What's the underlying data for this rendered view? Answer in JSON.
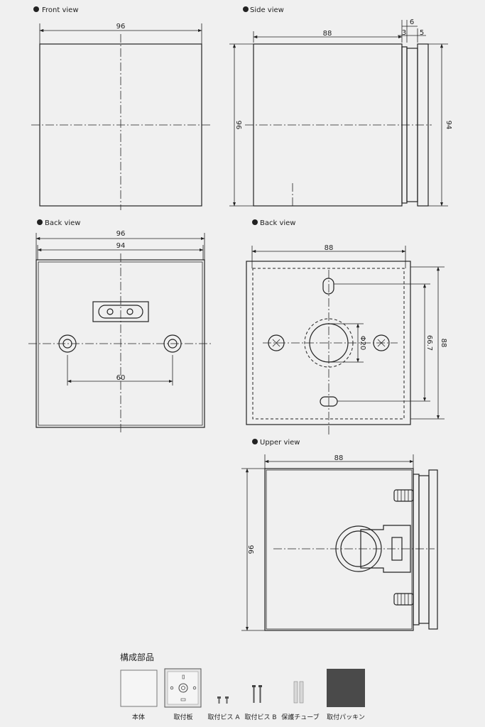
{
  "views": {
    "front": {
      "title": "Front  view",
      "width": "96"
    },
    "side": {
      "title": "Side view",
      "depth": "88",
      "flange": "6",
      "gap": "3",
      "lip": "5",
      "height": "96",
      "panel": "94"
    },
    "back1": {
      "title": "Back view",
      "outer": "96",
      "inner": "94",
      "pitch": "60"
    },
    "back2": {
      "title": "Back view",
      "width": "88",
      "height": "88",
      "slot_pitch": "66.7",
      "hole": "Φ20"
    },
    "upper": {
      "title": "Upper view",
      "width": "88",
      "height": "96"
    }
  },
  "parts": {
    "heading": "構成部品",
    "items": [
      {
        "label": "本体"
      },
      {
        "label": "取付板"
      },
      {
        "label": "取付ビス A"
      },
      {
        "label": "取付ビス B"
      },
      {
        "label": "保護チューブ"
      },
      {
        "label": "取付パッキン"
      }
    ]
  }
}
